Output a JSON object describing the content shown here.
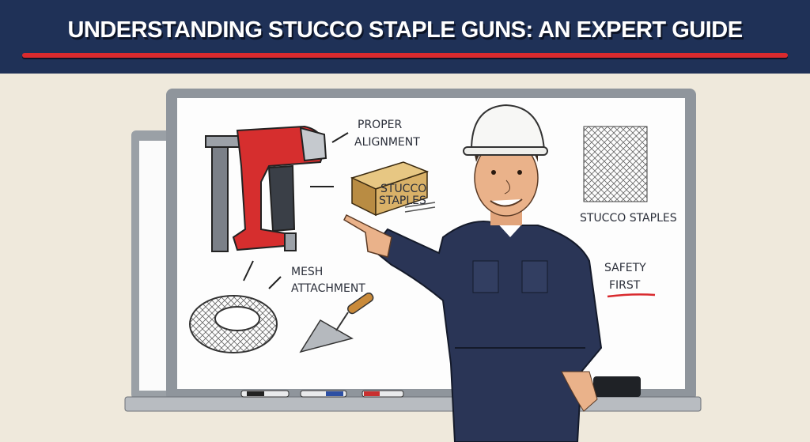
{
  "banner": {
    "title": "UNDERSTANDING STUCCO STAPLE GUNS: AN EXPERT GUIDE",
    "background_color": "#1f3157",
    "underline_color": "#d92a2e"
  },
  "whiteboard": {
    "labels": {
      "proper_alignment_line1": "PROPER",
      "proper_alignment_line2": "ALIGNMENT",
      "box_label_line1": "STUCCO",
      "box_label_line2": "STAPLES",
      "stucco_staples": "STUCCO STAPLES",
      "safety_line1": "SAFETY",
      "safety_line2": "FIRST",
      "mesh_line1": "MESH",
      "mesh_line2": "ATTACHMENT"
    },
    "accent_color": "#d92a2e"
  },
  "icons": [
    "staple-gun-icon",
    "staple-box-icon",
    "mesh-panel-icon",
    "wire-mesh-roll-icon",
    "trowel-icon",
    "hard-hat-icon"
  ]
}
